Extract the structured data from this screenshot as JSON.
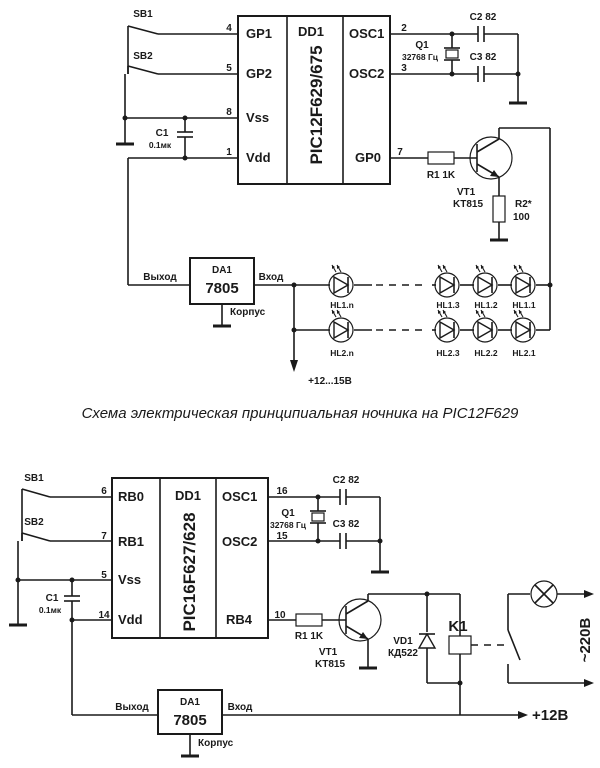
{
  "top": {
    "sb1": "SB1",
    "sb2": "SB2",
    "chip_name": "DD1",
    "chip_model": "PIC12F629/675",
    "pins": {
      "gp1": "GP1",
      "gp2": "GP2",
      "vss": "Vss",
      "vdd": "Vdd",
      "osc1": "OSC1",
      "osc2": "OSC2",
      "gp0": "GP0"
    },
    "pin_numbers": {
      "gp1": "4",
      "gp2": "5",
      "vss": "8",
      "vdd": "1",
      "osc1": "2",
      "osc2": "3",
      "gp0": "7"
    },
    "c1": "C1",
    "c1_value": "0.1мк",
    "c2": "C2 82",
    "c3": "C3 82",
    "q1": "Q1",
    "q1_value": "32768 Гц",
    "r1": "R1 1K",
    "vt1": "VT1",
    "vt1_type": "KT815",
    "r2": "R2*",
    "r2_value": "100",
    "da1": "DA1",
    "reg_model": "7805",
    "out_label": "Выход",
    "in_label": "Вход",
    "case_label": "Корпус",
    "leds_row1": [
      "HL1.n",
      "HL1.3",
      "HL1.2",
      "HL1.1"
    ],
    "leds_row2": [
      "HL2.n",
      "HL2.3",
      "HL2.2",
      "HL2.1"
    ],
    "supply": "+12...15В"
  },
  "caption": "Схема электрическая принципиальная ночника на PIC12F629",
  "bottom": {
    "sb1": "SB1",
    "sb2": "SB2",
    "chip_name": "DD1",
    "chip_model": "PIC16F627/628",
    "pins": {
      "rb0": "RB0",
      "rb1": "RB1",
      "vss": "Vss",
      "vdd": "Vdd",
      "osc1": "OSC1",
      "osc2": "OSC2",
      "rb4": "RB4"
    },
    "pin_numbers": {
      "rb0": "6",
      "rb1": "7",
      "vss": "5",
      "vdd": "14",
      "osc1": "16",
      "osc2": "15",
      "rb4": "10"
    },
    "c1": "C1",
    "c1_value": "0.1мк",
    "c2": "C2 82",
    "c3": "C3 82",
    "q1": "Q1",
    "q1_value": "32768 Гц",
    "r1": "R1 1K",
    "vt1": "VT1",
    "vt1_type": "KT815",
    "vd1": "VD1",
    "vd1_type": "КД522",
    "k1": "K1",
    "mains": "~220В",
    "da1": "DA1",
    "reg_model": "7805",
    "out_label": "Выход",
    "in_label": "Вход",
    "case_label": "Корпус",
    "supply": "+12В"
  }
}
